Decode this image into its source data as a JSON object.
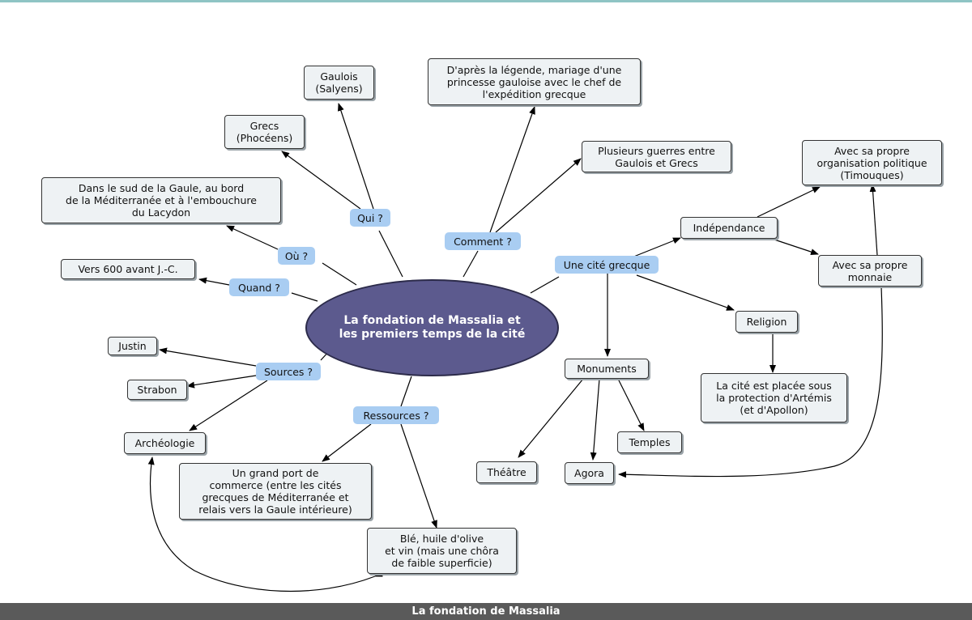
{
  "center": "La fondation de Massalia et\nles premiers temps de la cité",
  "links": {
    "qui": "Qui ?",
    "ou": "Où ?",
    "quand": "Quand ?",
    "sources": "Sources ?",
    "ressources": "Ressources ?",
    "comment": "Comment ?",
    "cite_grecque": "Une cité grecque"
  },
  "concepts": {
    "gaulois": "Gaulois\n(Salyens)",
    "grecs": "Grecs\n(Phocéens)",
    "sud_gaule": "Dans le sud de la Gaule, au bord\nde la Méditerranée et à l'embouchure\ndu Lacydon",
    "date": "Vers 600 avant J.-C.",
    "justin": "Justin",
    "strabon": "Strabon",
    "archeologie": "Archéologie",
    "port": "Un grand port de\ncommerce (entre les cités\ngrecques de Méditerranée et\nrelais vers la Gaule intérieure)",
    "ble": "Blé, huile d'olive\net vin (mais une chôra\nde faible superficie)",
    "legende": "D'après la légende, mariage d'une\nprincesse gauloise avec le chef de\nl'expédition grecque",
    "guerres": "Plusieurs guerres entre\nGaulois et Grecs",
    "independance": "Indépendance",
    "organisation": "Avec sa propre\norganisation politique\n(Timouques)",
    "monnaie": "Avec sa propre\nmonnaie",
    "religion": "Religion",
    "artemis": "La cité est placée sous\nla protection d'Artémis\n(et d'Apollon)",
    "monuments": "Monuments",
    "temples": "Temples",
    "theatre": "Théâtre",
    "agora": "Agora"
  },
  "footer": "La fondation de Massalia"
}
